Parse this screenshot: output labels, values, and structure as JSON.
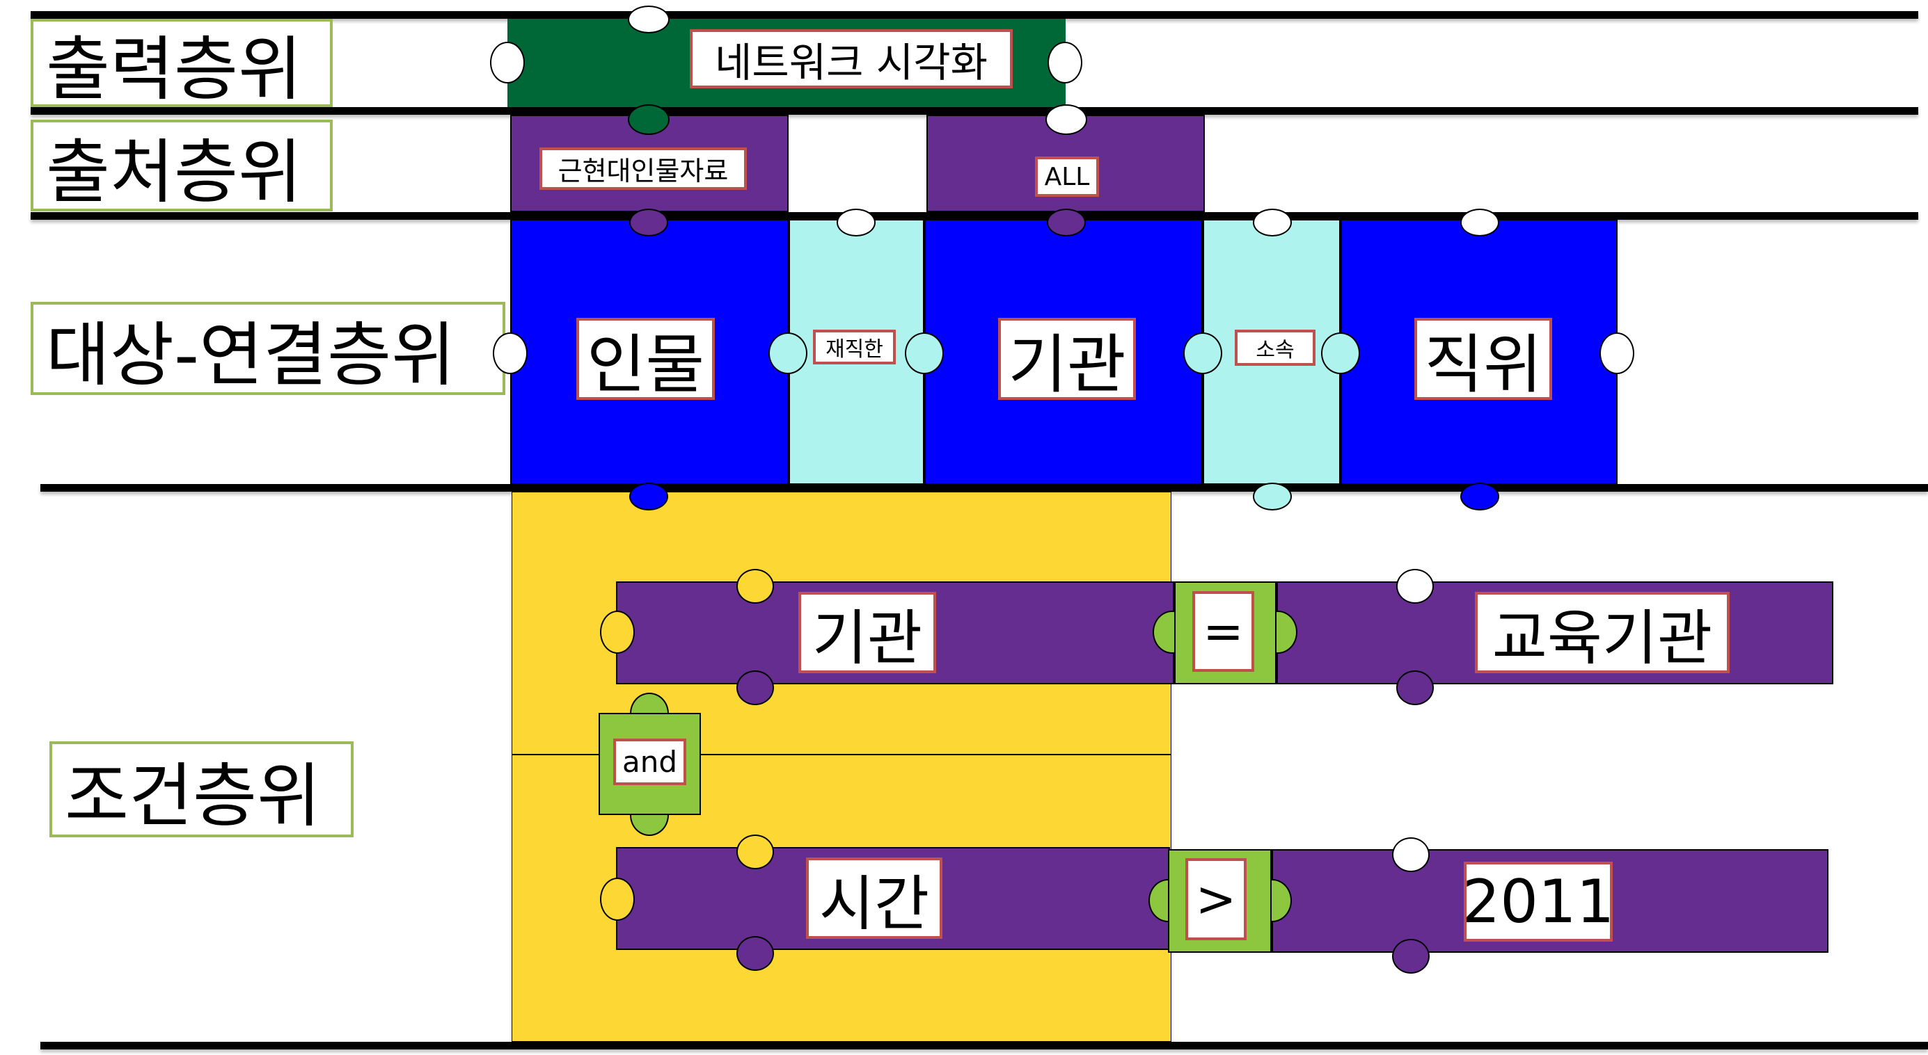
{
  "layers": {
    "output": "출력층위",
    "source": "출처층위",
    "object_link": "대상-연결층위",
    "condition": "조건층위"
  },
  "blocks": {
    "output": "네트워크 시각화",
    "source_1": "근현대인물자료",
    "source_2": "ALL",
    "object_1": "인물",
    "link_1": "재직한",
    "object_2": "기관",
    "link_2": "소속",
    "object_3": "직위",
    "cond_1_field": "기관",
    "cond_1_op": "=",
    "cond_1_value": "교육기관",
    "logic": "and",
    "cond_2_field": "시간",
    "cond_2_op": ">",
    "cond_2_value": "2011"
  },
  "colors": {
    "output": "#006837",
    "source": "#652d90",
    "object": "#0000ff",
    "link": "#aff3ee",
    "condition": "#fdd835",
    "operator": "#8dc63f",
    "label_border": "#c0504d",
    "layer_border": "#9bbb59"
  }
}
